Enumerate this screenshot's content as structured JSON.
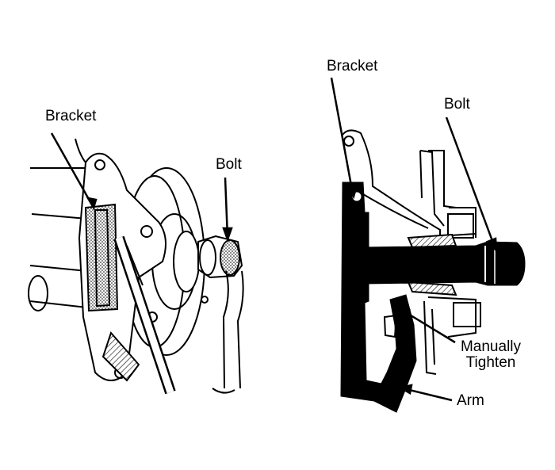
{
  "left_view": {
    "bracket_label": "Bracket",
    "bolt_label": "Bolt"
  },
  "right_view": {
    "bracket_label": "Bracket",
    "bolt_label": "Bolt",
    "manually_tighten_line1": "Manually",
    "manually_tighten_line2": "Tighten",
    "arm_label": "Arm"
  },
  "colors": {
    "ink": "#000000",
    "paper": "#ffffff",
    "stipple": "#555555"
  }
}
